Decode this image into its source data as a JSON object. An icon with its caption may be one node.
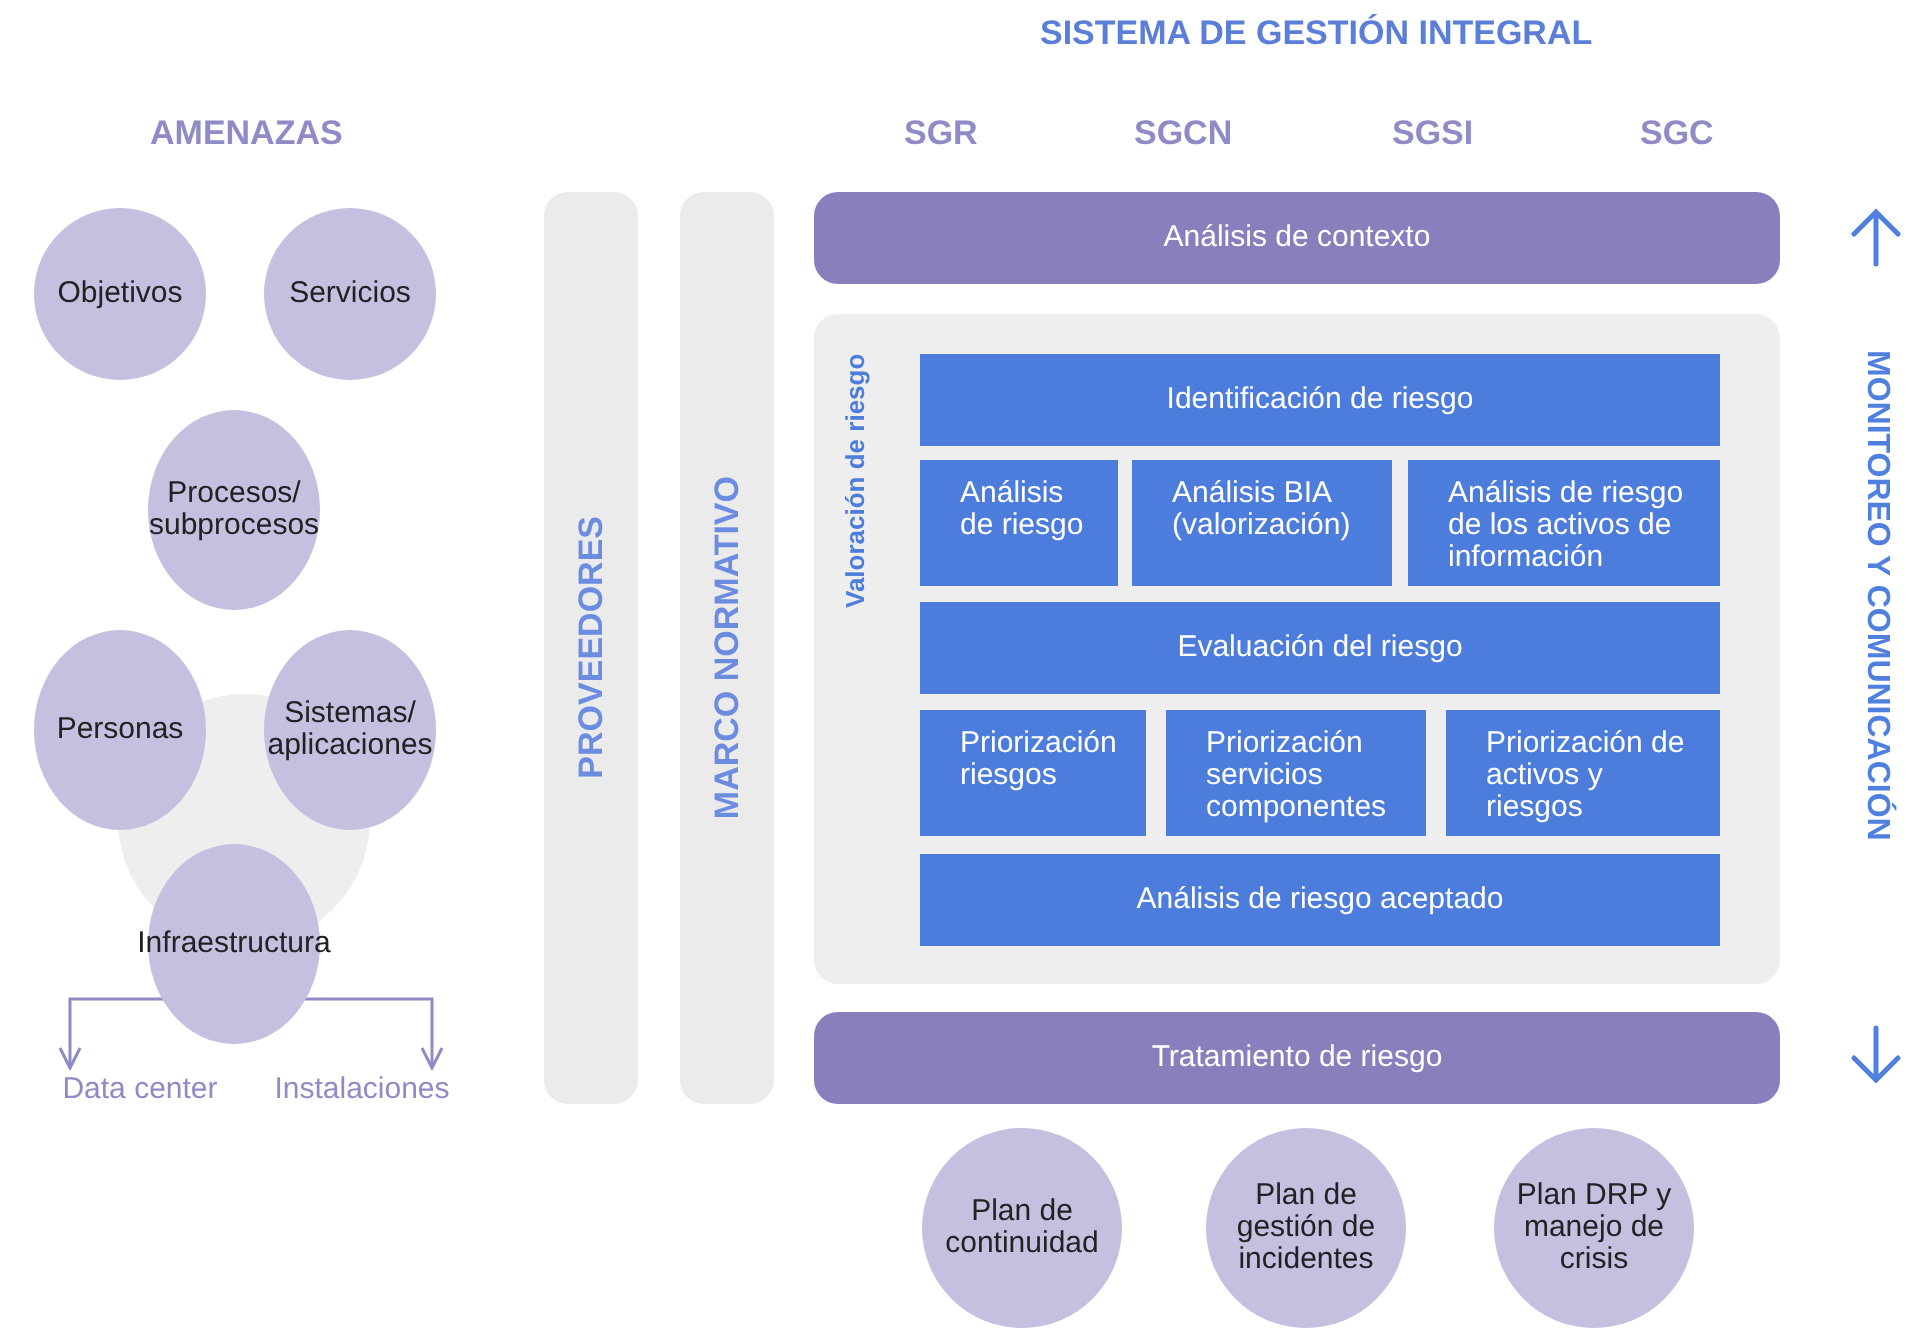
{
  "diagram": {
    "title": "SISTEMA DE GESTIÓN INTEGRAL",
    "nodes": [
      {
        "text": [
          "Objetivos"
        ]
      },
      {
        "text": [
          "Servicios"
        ]
      },
      {
        "text": [
          "Procesos/ subprocesos"
        ]
      },
      {
        "text": [
          "Personas"
        ]
      },
      {
        "text": [
          "Sistemas/ aplicaciones"
        ]
      },
      {
        "text": [
          "Infraestructura"
        ]
      },
      {
        "text": [
          "Data center"
        ]
      },
      {
        "text": [
          "Instalaciones"
        ]
      },
      {
        "text": [
          "PROVEEDORES"
        ]
      },
      {
        "text": [
          "MARCO NORMATIVO"
        ]
      },
      {
        "text": [
          "Análisis de contexto"
        ]
      },
      {
        "text": [
          "Valoración de riesgo"
        ]
      },
      {
        "text": [
          "Identificación de riesgo"
        ],
        "in": 11
      },
      {
        "text": [
          "Análisis de riesgo"
        ],
        "in": 11
      },
      {
        "text": [
          "Análisis BIA (valorización)"
        ],
        "in": 11
      },
      {
        "text": [
          "Análisis de riesgo de los activos de información"
        ],
        "in": 11
      },
      {
        "text": [
          "Evaluación del riesgo"
        ],
        "in": 11
      },
      {
        "text": [
          "Priorización riesgos"
        ],
        "in": 11
      },
      {
        "text": [
          "Priorización servicios componentes"
        ],
        "in": 11
      },
      {
        "text": [
          "Priorización de activos y riesgos"
        ],
        "in": 11
      },
      {
        "text": [
          "Análisis de riesgo aceptado"
        ],
        "in": 11
      },
      {
        "text": [
          "Tratamiento de riesgo"
        ]
      },
      {
        "text": [
          "Plan de continuidad"
        ]
      },
      {
        "text": [
          "Plan de gestión de incidentes"
        ]
      },
      {
        "text": [
          "Plan DRP y manejo de crisis"
        ]
      }
    ],
    "edges": [
      {
        "from": 5,
        "to": 6,
        "arrow": "to"
      },
      {
        "from": 5,
        "to": 7,
        "arrow": "to"
      }
    ],
    "labels": [
      "AMENAZAS",
      "SGR",
      "SGCN",
      "SGSI",
      "SGC",
      "MONITOREO Y COMUNICACIÓN"
    ]
  }
}
